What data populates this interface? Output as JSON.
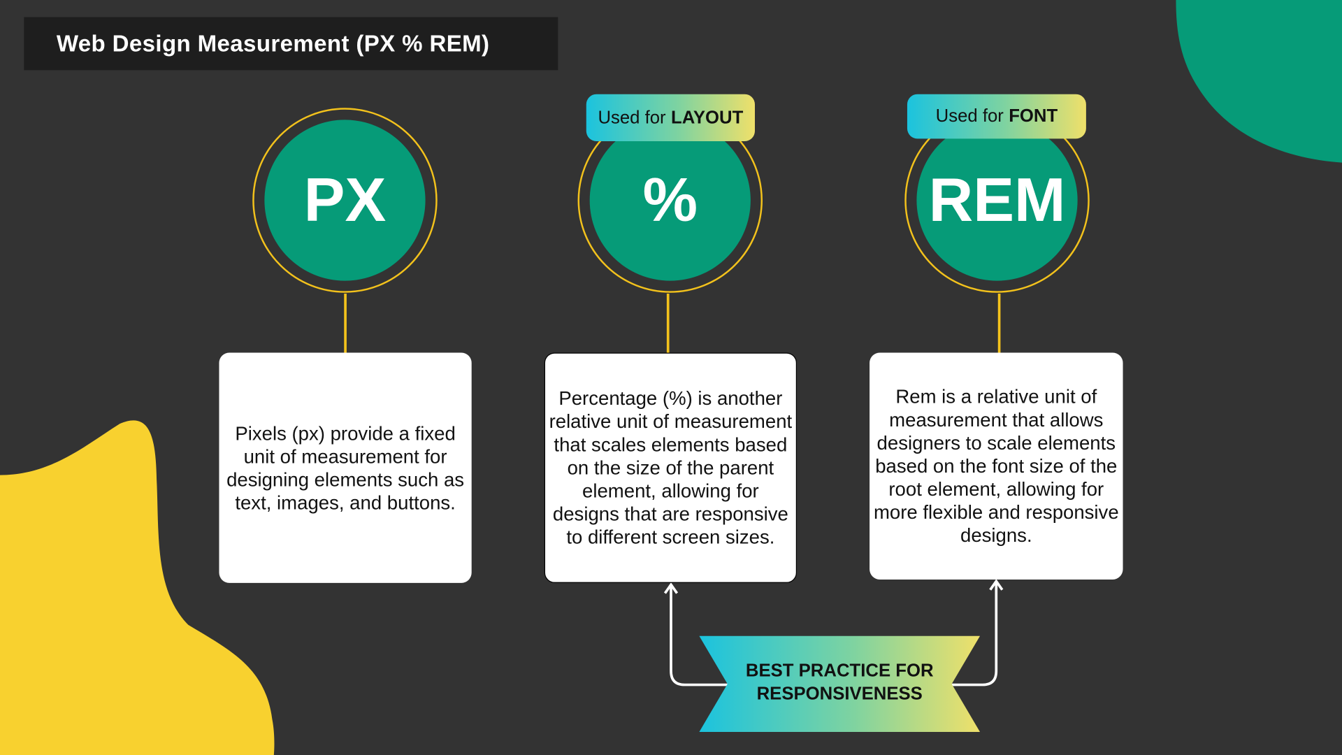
{
  "title": "Web Design Measurement (PX % REM)",
  "colors": {
    "background": "#333333",
    "accent_green": "#069b78",
    "accent_yellow": "#f8d12f",
    "ring": "#f3c21c"
  },
  "units": [
    {
      "label": "PX",
      "description": "Pixels (px) provide a fixed unit of measurement for designing elements such as text, images, and buttons."
    },
    {
      "label": "%",
      "tag_prefix": "Used for",
      "tag_bold": "LAYOUT",
      "description": "Percentage (%) is another relative unit of measurement that scales elements based on the size of the parent element, allowing for designs that are responsive to different screen sizes."
    },
    {
      "label": "REM",
      "tag_prefix": "Used for",
      "tag_bold": "FONT",
      "description": "Rem is a relative unit of measurement that allows designers to scale elements based on the font size of the root element, allowing for more flexible and responsive designs."
    }
  ],
  "banner": {
    "line1": "BEST PRACTICE FOR",
    "line2": "RESPONSIVENESS"
  }
}
